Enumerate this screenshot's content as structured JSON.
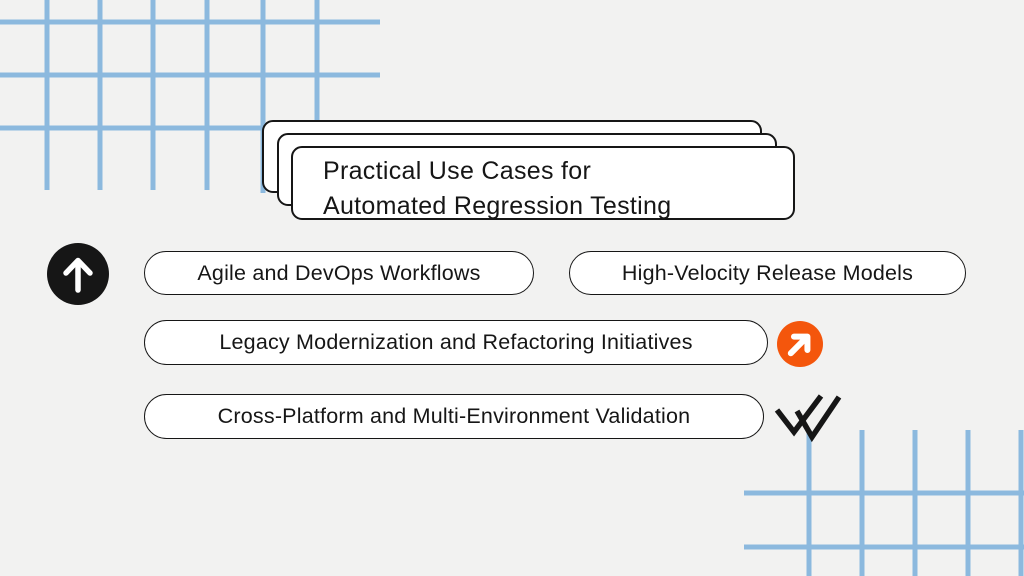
{
  "colors": {
    "background": "#f2f2f1",
    "grid_blue": "#8cb9de",
    "ink": "#161616",
    "card_bg": "#ffffff",
    "orange": "#f4560c",
    "white": "#ffffff"
  },
  "title_card": {
    "line1": "Practical Use Cases for",
    "line2": "Automated Regression Testing"
  },
  "pills": [
    {
      "label": "Agile and DevOps Workflows"
    },
    {
      "label": "High-Velocity Release Models"
    },
    {
      "label": "Legacy Modernization and Refactoring Initiatives"
    },
    {
      "label": "Cross-Platform and Multi-Environment Validation"
    }
  ],
  "icons": {
    "up_arrow": "arrow-up-icon",
    "trend_arrow": "arrow-up-right-icon",
    "double_check": "double-checkmark-icon"
  }
}
